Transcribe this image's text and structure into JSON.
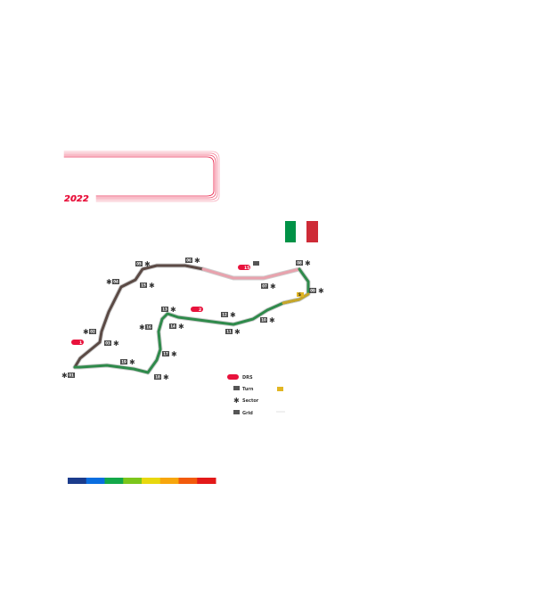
{
  "header": {
    "year": "2022"
  },
  "flag": {
    "country": "Italy",
    "colors": [
      "#009246",
      "#ffffff",
      "#ce2b37"
    ]
  },
  "track": {
    "colors": {
      "main": "#5b4a45",
      "green": "#2f8a4b",
      "pink": "#e8a2ad",
      "yellow": "#c7a62a"
    },
    "turns": [
      "01",
      "02",
      "03",
      "04",
      "05",
      "06",
      "07",
      "08",
      "09",
      "10",
      "11",
      "12",
      "13",
      "14",
      "15",
      "16",
      "17",
      "18",
      "19"
    ],
    "markers": {
      "drs_zone_1": "1",
      "drs_zone_2": "2",
      "detection_label": "15",
      "speed_trap": "S"
    }
  },
  "legend": {
    "items": [
      "DRS",
      "Turn",
      "Sector",
      "Grid"
    ]
  },
  "speed_scale": {
    "colors": [
      "#1b3c8c",
      "#0a6ee0",
      "#13a84a",
      "#7cc61b",
      "#e8d80e",
      "#f7a60c",
      "#f25a0c",
      "#e31919"
    ]
  }
}
